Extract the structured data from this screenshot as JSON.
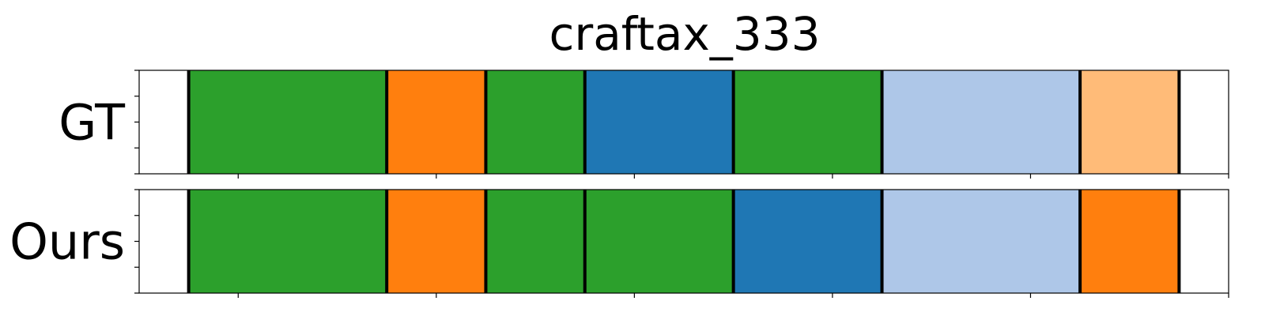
{
  "chart_data": {
    "type": "segmentation-timeline",
    "title": "craftax_333",
    "xlim": [
      0,
      11
    ],
    "x_ticks": [
      1,
      3,
      5,
      7,
      9,
      11
    ],
    "boundaries": [
      0.5,
      2.5,
      3.5,
      4.5,
      6.0,
      7.5,
      9.5,
      10.5
    ],
    "rows": [
      {
        "label": "GT",
        "segments": [
          {
            "start": 0.5,
            "end": 2.5,
            "color": "#2ca02c"
          },
          {
            "start": 2.5,
            "end": 3.5,
            "color": "#ff7f0e"
          },
          {
            "start": 3.5,
            "end": 4.5,
            "color": "#2ca02c"
          },
          {
            "start": 4.5,
            "end": 6.0,
            "color": "#1f77b4"
          },
          {
            "start": 6.0,
            "end": 7.5,
            "color": "#2ca02c"
          },
          {
            "start": 7.5,
            "end": 9.5,
            "color": "#aec7e8"
          },
          {
            "start": 9.5,
            "end": 10.5,
            "color": "#ffbb78"
          }
        ]
      },
      {
        "label": "Ours",
        "segments": [
          {
            "start": 0.5,
            "end": 2.5,
            "color": "#2ca02c"
          },
          {
            "start": 2.5,
            "end": 3.5,
            "color": "#ff7f0e"
          },
          {
            "start": 3.5,
            "end": 6.0,
            "color": "#2ca02c"
          },
          {
            "start": 6.0,
            "end": 7.5,
            "color": "#1f77b4"
          },
          {
            "start": 7.5,
            "end": 9.5,
            "color": "#aec7e8"
          },
          {
            "start": 9.5,
            "end": 10.5,
            "color": "#ff7f0e"
          }
        ]
      }
    ]
  }
}
